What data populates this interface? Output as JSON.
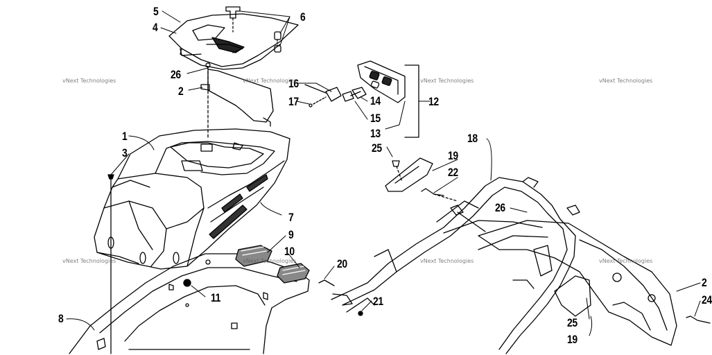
{
  "diagram": {
    "callouts": [
      "1",
      "2",
      "3",
      "4",
      "5",
      "6",
      "7",
      "8",
      "9",
      "10",
      "11",
      "12",
      "13",
      "14",
      "15",
      "16",
      "17",
      "18",
      "19",
      "20",
      "21",
      "22",
      "24",
      "25",
      "26"
    ],
    "extra_callouts": [
      "25",
      "19",
      "26",
      "2"
    ],
    "watermark": "vNext Technologies"
  },
  "colors": {
    "line": "#000000",
    "background": "#ffffff",
    "watermark": "#555555"
  }
}
